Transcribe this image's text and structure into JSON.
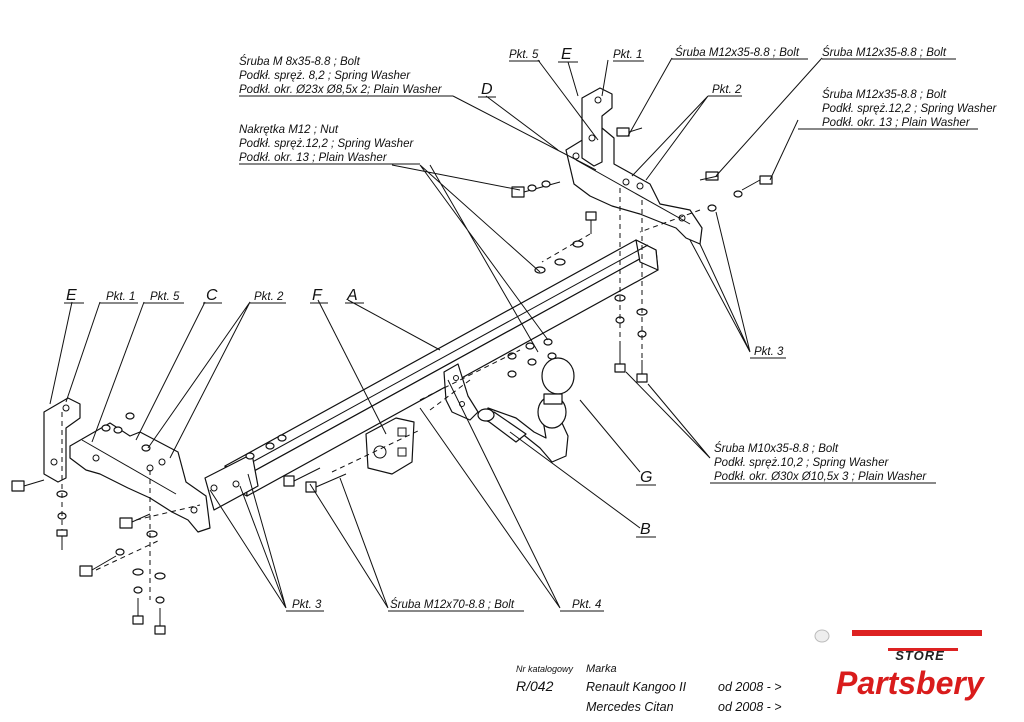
{
  "labels": {
    "bolt_m8": [
      "Śruba M 8x35-8.8 ;  Bolt",
      "Podkł. spręż. 8,2 ; Spring Washer",
      "Podkł. okr. Ø23x Ø8,5x 2; Plain Washer"
    ],
    "nut_m12": [
      "Nakrętka  M12 ; Nut",
      "Podkł. spręż.12,2 ; Spring Washer",
      "Podkł. okr. 13 ; Plain Washer"
    ],
    "bolt_m12_a": "Śruba M12x35-8.8 ;  Bolt",
    "bolt_m12_b": "Śruba M12x35-8.8 ;  Bolt",
    "bolt_m12_c": [
      "Śruba M12x35-8.8 ;  Bolt",
      "Podkł. spręż.12,2 ; Spring Washer",
      "Podkł. okr. 13 ; Plain Washer"
    ],
    "bolt_m10": [
      "Śruba M10x35-8.8 ;  Bolt",
      "Podkł. spręż.10,2 ; Spring Washer",
      "Podkł. okr. Ø30x Ø10,5x 3 ; Plain Washer"
    ],
    "bolt_m12x70": "Śruba M12x70-8.8 ;  Bolt",
    "pkt1": "Pkt. 1",
    "pkt2": "Pkt. 2",
    "pkt3": "Pkt. 3",
    "pkt4": "Pkt. 4",
    "pkt5": "Pkt. 5",
    "A": "A",
    "B": "B",
    "C": "C",
    "D": "D",
    "E": "E",
    "F": "F",
    "G": "G"
  },
  "title_block": {
    "catalog_header": "Nr katalogowy",
    "brand_header": "Marka",
    "catalog_no": "R/042",
    "rows": [
      {
        "model": "Renault Kangoo II",
        "from": "od  2008 - >"
      },
      {
        "model": "Mercedes Citan",
        "from": "od  2008 - >"
      }
    ]
  },
  "watermark": {
    "top": "STORE",
    "main": "Partsbery"
  }
}
